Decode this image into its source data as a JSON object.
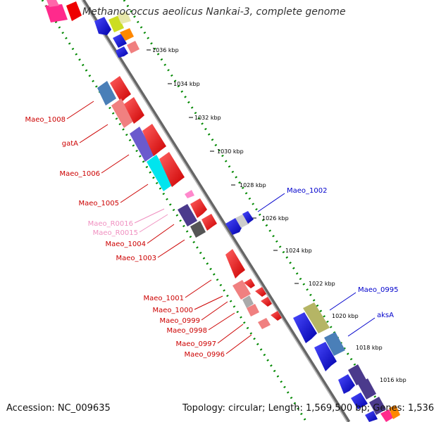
{
  "title": "Methanococcus aeolicus Nankai-3, complete genome",
  "footer": {
    "accession": "Accession: NC_009635",
    "topology": "Topology: circular; Length: 1,569,500 bp; Genes: 1,536"
  },
  "ticks": [
    "1036 kbp",
    "1034 kbp",
    "1032 kbp",
    "1030 kbp",
    "1028 kbp",
    "1026 kbp",
    "1024 kbp",
    "1022 kbp",
    "1020 kbp",
    "1018 kbp",
    "1016 kbp"
  ],
  "gene_labels": {
    "left": [
      "Maeo_1008",
      "gatA",
      "Maeo_1006",
      "Maeo_1005",
      "Maeo_R0016",
      "Maeo_R0015",
      "Maeo_1004",
      "Maeo_1003",
      "Maeo_1001",
      "Maeo_1000",
      "Maeo_0999",
      "Maeo_0998",
      "Maeo_0997",
      "Maeo_0996"
    ],
    "right": [
      "Maeo_1002",
      "Maeo_0995",
      "aksA"
    ]
  },
  "colors": {
    "backbone": "#888888",
    "ticks": "#008800",
    "reverse_strand": "#ff0000",
    "forward_strand": "#0000ff",
    "rna": "#ff88cc"
  }
}
